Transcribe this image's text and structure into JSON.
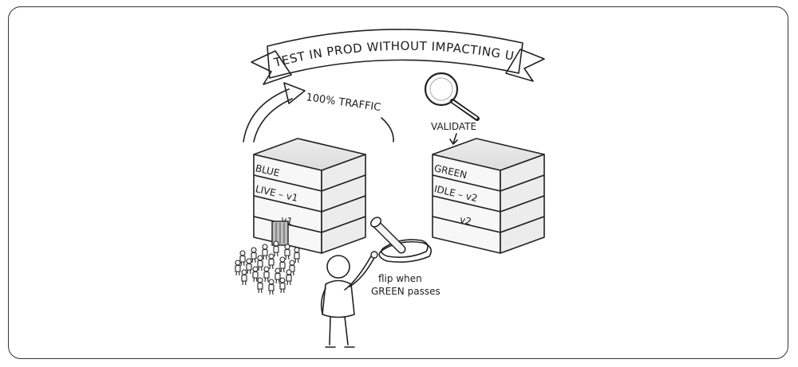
{
  "banner": {
    "title": "TEST IN PROD WITHOUT IMPACTING USERS"
  },
  "traffic": {
    "label": "100% TRAFFIC"
  },
  "validate": {
    "label": "VALIDATE"
  },
  "blue_stack": {
    "layers": [
      "BLUE",
      "LIVE – v1",
      "v1",
      ""
    ]
  },
  "green_stack": {
    "layers": [
      "GREEN",
      "IDLE – v2",
      "v2",
      ""
    ]
  },
  "switch": {
    "caption_line1": "flip when",
    "caption_line2": "GREEN passes"
  },
  "icons": [
    "magnifier-icon",
    "lever-switch-icon",
    "person-icon",
    "crowd-icon",
    "curved-arrow-icon"
  ]
}
